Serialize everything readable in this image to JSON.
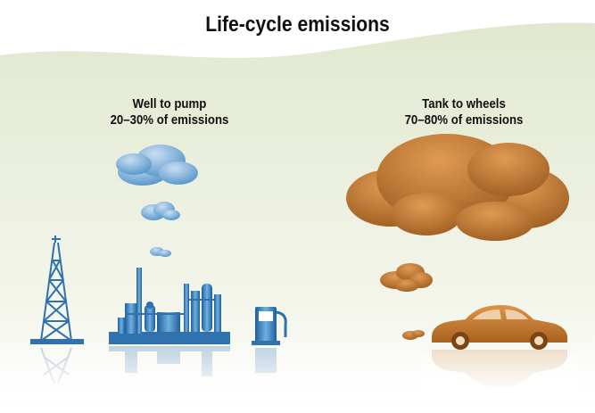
{
  "title": "Life-cycle emissions",
  "stages": [
    {
      "name": "Well to pump",
      "share": "20–30% of emissions"
    },
    {
      "name": "Tank to wheels",
      "share": "70–80% of emissions"
    }
  ],
  "colors": {
    "blue": "#3a84c0",
    "blue_light": "#9cc4e6",
    "brown": "#c47a2e",
    "brown_dark": "#9a5a1e",
    "background_green": "#e3ead2"
  }
}
